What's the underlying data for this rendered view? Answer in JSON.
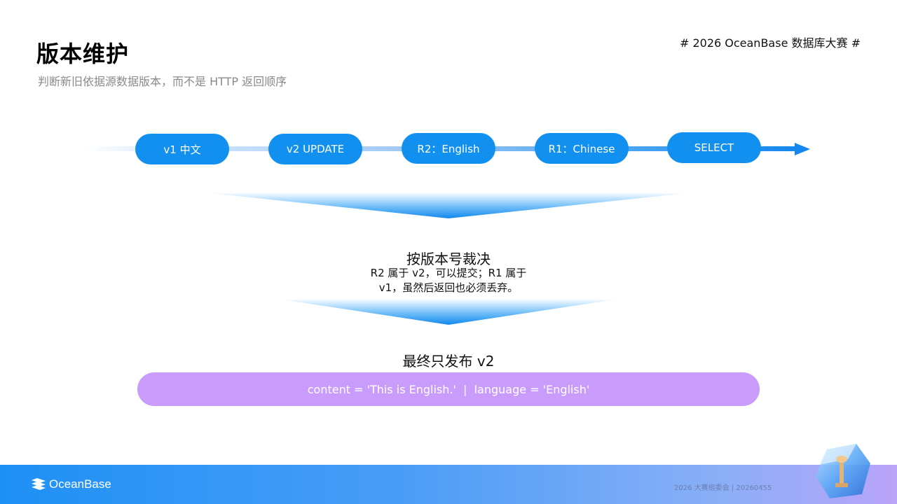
{
  "header": {
    "title": "版本维护",
    "subtitle": "判断新旧依据源数据版本，而不是 HTTP 返回顺序",
    "hashtag": "# 2026 OceanBase 数据库大赛 #"
  },
  "timeline": {
    "events": [
      "v1 中文",
      "v2 UPDATE",
      "R2：English",
      "R1：Chinese",
      "SELECT"
    ]
  },
  "decision": {
    "title": "按版本号裁决",
    "lines": [
      "R2 属于 v2，可以提交；R1 属于",
      "v1，虽然后返回也必须丢弃。"
    ]
  },
  "result": {
    "title": "最终只发布 v2",
    "content": "content = 'This is English.'  |  language = 'English'"
  },
  "footer": {
    "logo_text": "OceanBase",
    "note": "2026 大赛组委会 | 20260455"
  },
  "colors": {
    "pill": "#1190f0",
    "result_bar": "#c99cfb",
    "footer_start": "#1e90f5",
    "footer_end": "#b9a4f8"
  }
}
